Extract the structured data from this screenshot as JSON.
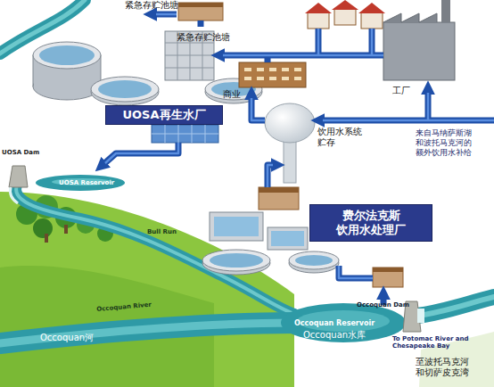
{
  "diagram": {
    "nodes": [
      {
        "text": [
          "UOSA再生水厂"
        ]
      },
      {
        "text": [
          "费尔法克斯 饮用水处理厂"
        ]
      }
    ],
    "labels": [
      "紧急存贮池塘",
      "紧急存贮池塘",
      "商业",
      "工厂",
      "饮用水系统 贮存",
      "来自马纳萨斯湖 和波托马克河的 额外饮用水补给",
      "UOSA Dam",
      "UOSA Reservoir",
      "Bull Run",
      "Occoquan River",
      "Occoquan河",
      "Occoquan Dam",
      "Occoquan Reservoir",
      "Occoquan水库",
      "To Potomac River and Chesapeake Bay",
      "至波托马克河 和切萨皮克湾"
    ]
  }
}
